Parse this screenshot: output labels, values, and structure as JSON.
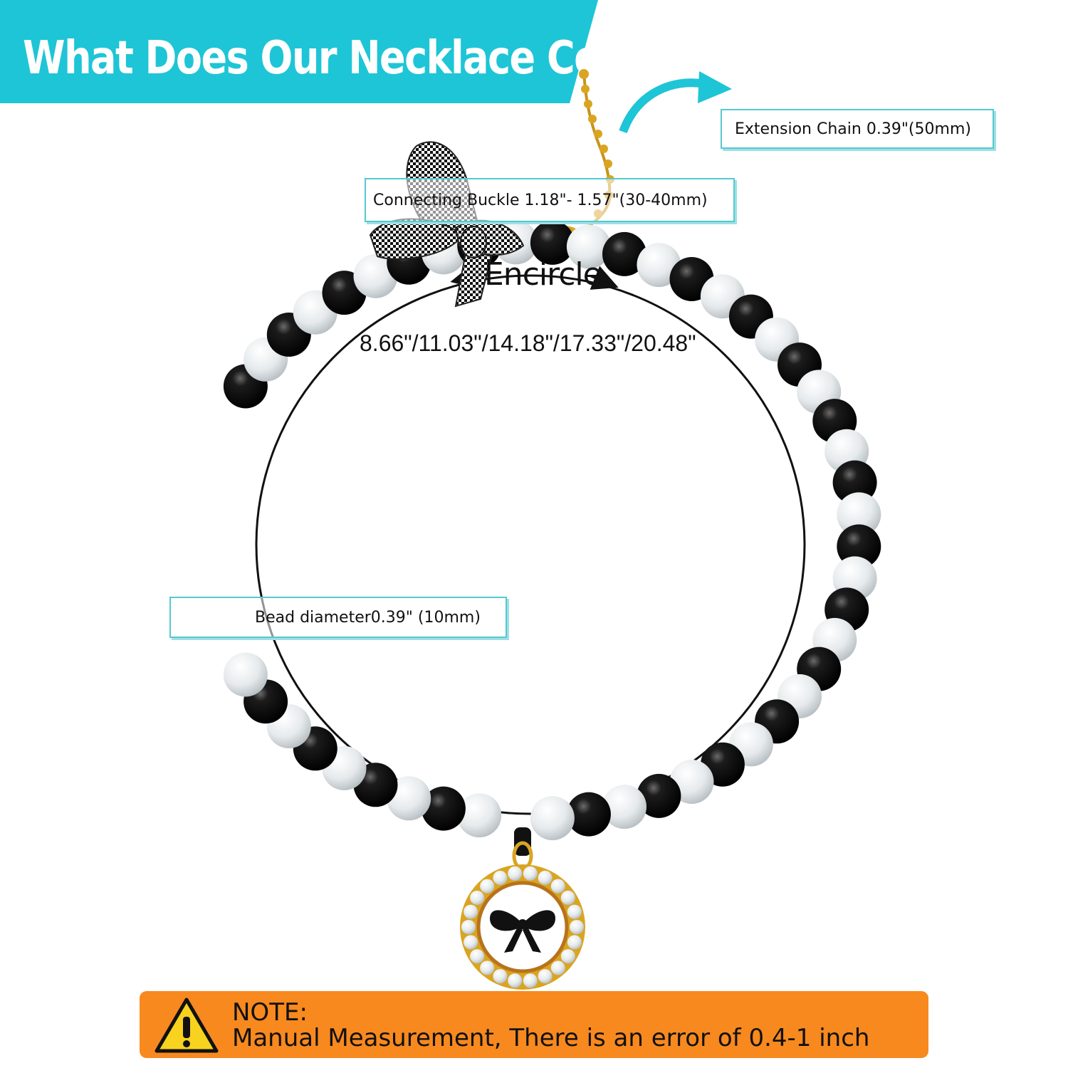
{
  "header": {
    "title": "What Does Our Necklace Contain",
    "color": "#1ec5d6"
  },
  "labels": {
    "extension_chain": "Extension Chain 0.39\"(50mm)",
    "buckle": "Connecting Buckle 1.18\"- 1.57\"(30-40mm)",
    "bead": "Bead diameter0.39\"  (10mm)",
    "encircle": "Encircle",
    "sizes": "8.66\"/11.03\"/14.18\"/17.33\"/20.48\""
  },
  "note": {
    "title": "NOTE:",
    "text": "Manual Measurement, There is an error of 0.4-1 inch",
    "color": "#f7891f",
    "icon": "warning-icon"
  },
  "colors": {
    "accent": "#54c9d2",
    "bead_black": "#111111",
    "bead_pearl": "#eef1f2",
    "gold": "#d9a521"
  }
}
